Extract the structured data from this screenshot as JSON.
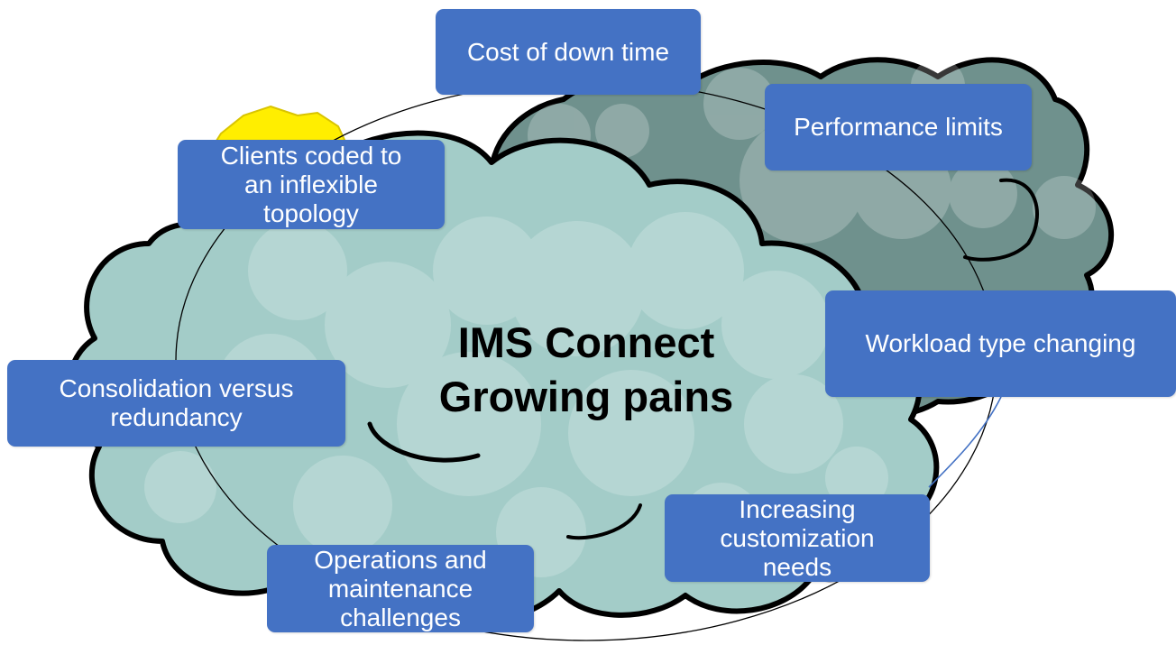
{
  "diagram": {
    "center_title": "IMS Connect\nGrowing pains",
    "items": [
      {
        "key": "cost",
        "label": "Cost of down time"
      },
      {
        "key": "performance",
        "label": "Performance limits"
      },
      {
        "key": "clients",
        "label": "Clients coded to\nan inflexible\ntopology"
      },
      {
        "key": "workload",
        "label": "Workload type changing"
      },
      {
        "key": "consolidation",
        "label": "Consolidation versus\nredundancy"
      },
      {
        "key": "customization",
        "label": "Increasing\ncustomization\nneeds"
      },
      {
        "key": "operations",
        "label": "Operations and\nmaintenance\nchallenges"
      }
    ],
    "colors": {
      "box_fill": "#4472c4",
      "box_text": "#ffffff",
      "front_cloud": "#a3ccc8",
      "back_cloud": "#6f918d",
      "sun": "#ffee00",
      "outline": "#000000"
    }
  }
}
